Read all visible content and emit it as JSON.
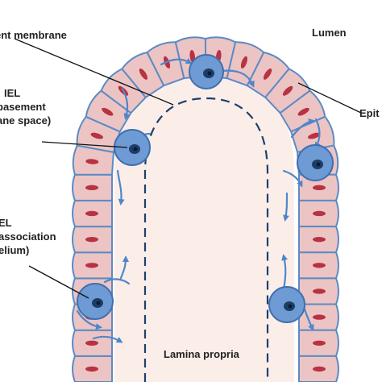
{
  "labels": {
    "basement_membrane": "ent membrane",
    "lumen": "Lumen",
    "epithelium": "Epit",
    "iel_basement_title": "IEL",
    "iel_basement_line1": "basement",
    "iel_basement_line2": "ane space)",
    "iel_epithelium_title": "EL",
    "iel_epithelium_line1": "association",
    "iel_epithelium_line2": "elium)",
    "lamina_propria": "Lamina propria"
  },
  "colors": {
    "cell_fill": "#ecc4c4",
    "cell_stroke": "#5b8bc4",
    "nucleus": "#b83242",
    "iel_fill": "#6e9bd4",
    "iel_nucleus": "#1c3d66",
    "arrow": "#4f86c9",
    "core_fill": "#fbeee9",
    "membrane": "#1e3f6e",
    "text": "#222222"
  }
}
